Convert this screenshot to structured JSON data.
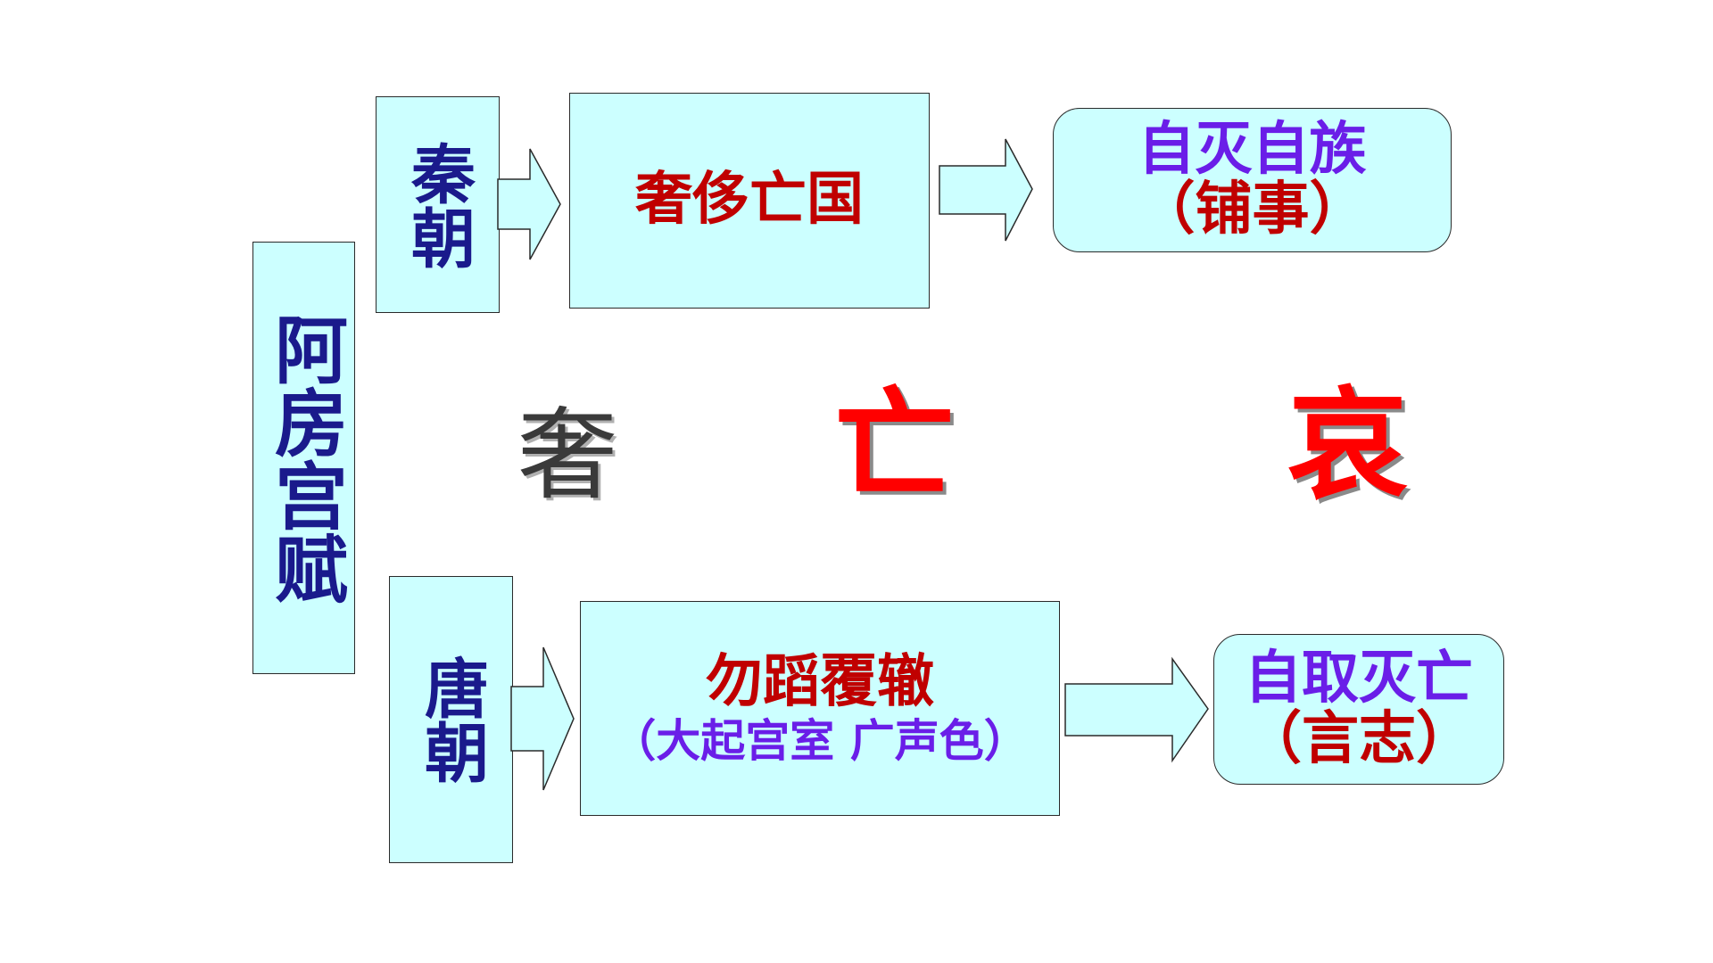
{
  "root": {
    "label": "阿房宫赋"
  },
  "qin": {
    "dynasty": "秦朝",
    "cause": "奢侈亡国",
    "result_line1": "自灭自族",
    "result_line2": "（铺事）"
  },
  "tang": {
    "dynasty": "唐朝",
    "warning_line1": "勿蹈覆辙",
    "warning_line2": "（大起宫室 广声色）",
    "result_line1": "自取灭亡",
    "result_line2": "（言志）"
  },
  "keywords": [
    "奢",
    "亡",
    "哀"
  ],
  "colors": {
    "box_fill": "#ccffff",
    "dynasty_text": "#1a1a8c",
    "cause_text": "#c00000",
    "result_text": "#6a1ee8",
    "keyword_gray": "#3a3a3a",
    "keyword_red": "#ff0000"
  }
}
